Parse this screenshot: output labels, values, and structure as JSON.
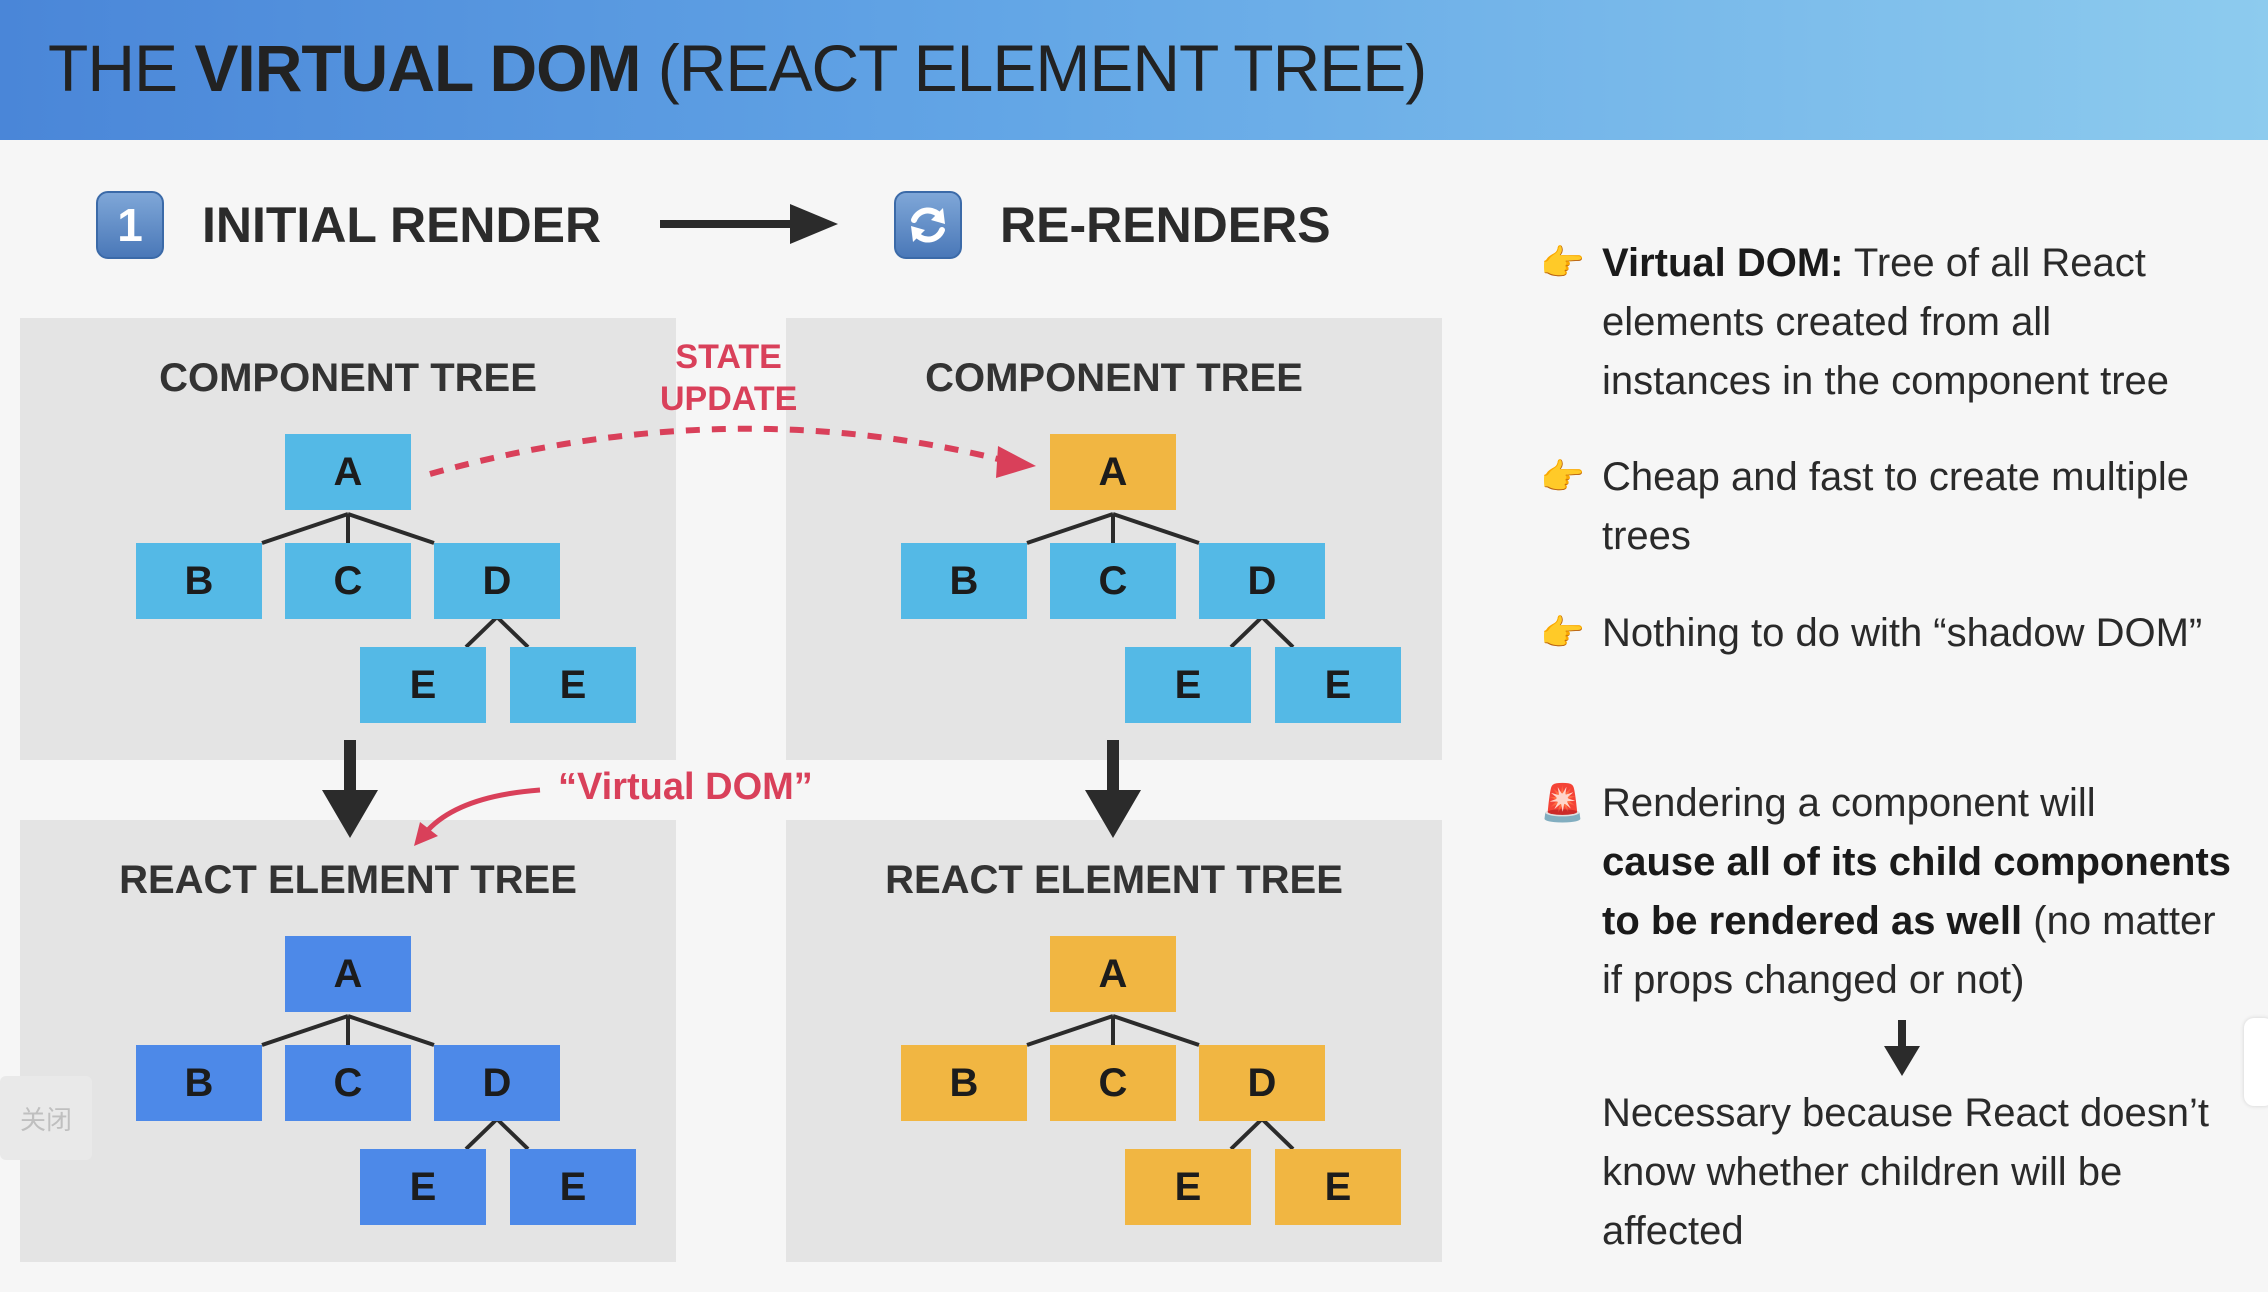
{
  "header": {
    "title_pre": "THE ",
    "title_bold": "VIRTUAL DOM",
    "title_post": " (REACT ELEMENT TREE)"
  },
  "steps": {
    "initial_number": "1",
    "initial_label": "INITIAL RENDER",
    "rerender_icon": "refresh-icon",
    "rerender_label": "RE-RENDERS"
  },
  "panels": {
    "component_tree_title": "COMPONENT TREE",
    "element_tree_title": "REACT ELEMENT TREE"
  },
  "nodes": {
    "a": "A",
    "b": "B",
    "c": "C",
    "d": "D",
    "e1": "E",
    "e2": "E"
  },
  "annotations": {
    "state_update_line1": "STATE",
    "state_update_line2": "UPDATE",
    "virtual_dom": "“Virtual DOM”"
  },
  "colors": {
    "header_start": "#4a86d8",
    "header_end": "#8dcbee",
    "component_node": "#54b9e6",
    "element_node": "#4d89e8",
    "rerendered_node": "#f1b642",
    "annotation": "#d9405a"
  },
  "bullets": [
    {
      "icon": "pointing-hand-icon",
      "bold": "Virtual DOM:",
      "line1_rest": " Tree of all React",
      "line2": "elements created from all",
      "line3": "instances in the component tree"
    },
    {
      "icon": "pointing-hand-icon",
      "line1": "Cheap and fast to create multiple",
      "line2": "trees"
    },
    {
      "icon": "pointing-hand-icon",
      "line1": "Nothing to do with “shadow DOM”"
    }
  ],
  "warning": {
    "icon": "alarm-siren-icon",
    "line1": "Rendering a component will",
    "bold_line2": "cause all of its child components",
    "bold_line3": "to be rendered as well",
    "line3_rest": " (no matter",
    "line4": "if props changed or not)",
    "conclusion_line1": "Necessary because React doesn’t",
    "conclusion_line2": "know whether children will be",
    "conclusion_line3": "affected"
  },
  "overlay": {
    "close_label": "关闭"
  }
}
